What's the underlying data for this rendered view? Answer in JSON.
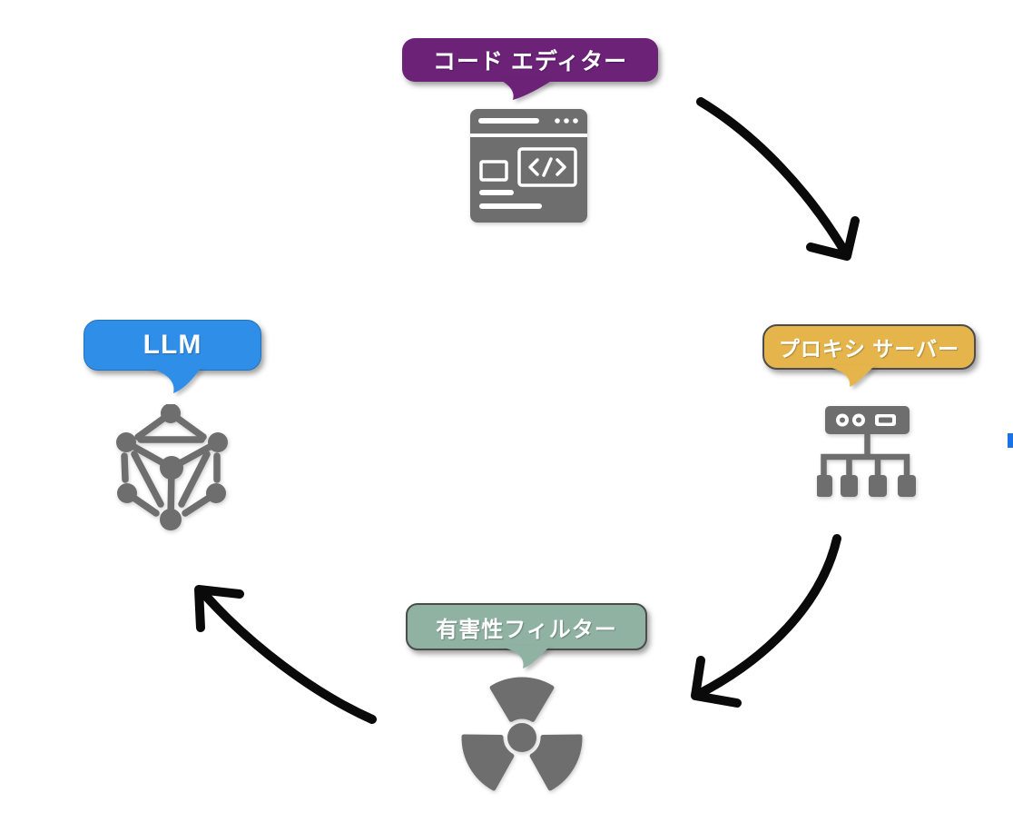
{
  "diagram": {
    "type": "cycle-flow-diagram",
    "background": "#FFFFFF",
    "nodes": [
      {
        "id": "code-editor",
        "label": "コード エディター",
        "bubble_color": "#6B2277",
        "icon": "code-editor-window-icon"
      },
      {
        "id": "proxy-server",
        "label": "プロキシ サーバー",
        "bubble_color": "#E5B54C",
        "icon": "server-network-icon"
      },
      {
        "id": "toxicity-filter",
        "label": "有害性フィルター",
        "bubble_color": "#8FB2A2",
        "icon": "radiation-icon"
      },
      {
        "id": "llm",
        "label": "LLM",
        "bubble_color": "#2F8FE8",
        "icon": "network-graph-icon"
      }
    ],
    "edges": [
      {
        "from": "code-editor",
        "to": "proxy-server"
      },
      {
        "from": "proxy-server",
        "to": "toxicity-filter"
      },
      {
        "from": "toxicity-filter",
        "to": "llm"
      }
    ],
    "colors": {
      "arrow": "#0A0A0A",
      "icon_gray": "#6E6E6E",
      "label_text": "#FFFFFF",
      "right_edge_marker_blue": "#1973E8"
    }
  }
}
